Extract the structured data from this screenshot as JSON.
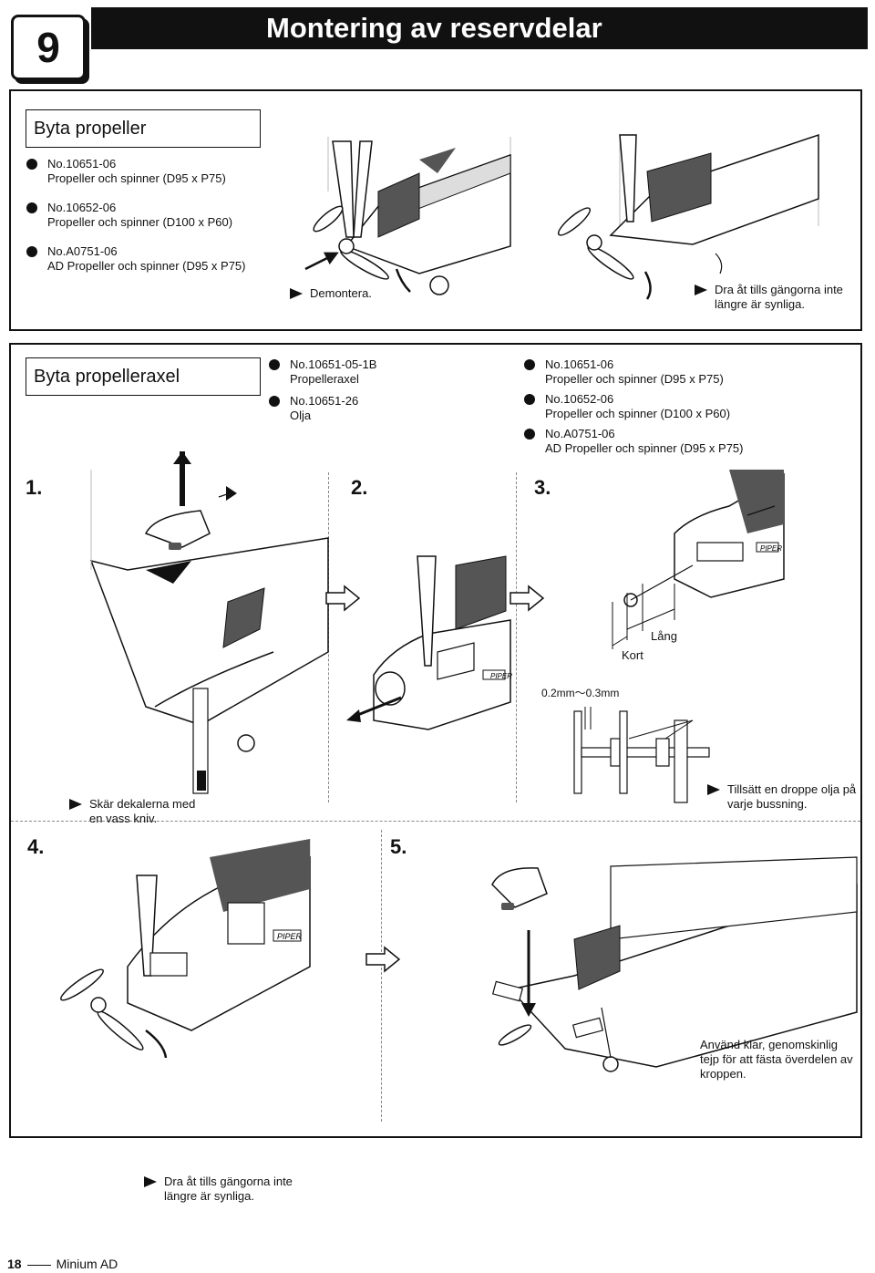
{
  "header": {
    "chapter_number": "9",
    "title": "Montering av reservdelar"
  },
  "section1": {
    "title": "Byta propeller",
    "parts": [
      {
        "no": "No.10651-06",
        "name": "Propeller och spinner (D95 x P75)"
      },
      {
        "no": "No.10652-06",
        "name": "Propeller och spinner (D100 x P60)"
      },
      {
        "no": "No.A0751-06",
        "name": "AD Propeller och spinner (D95 x P75)"
      }
    ],
    "note_remove": "Demontera.",
    "note_tighten": "Dra åt tills gängorna inte längre är synliga."
  },
  "section2": {
    "title": "Byta propelleraxel",
    "parts_a": [
      {
        "no": "No.10651-05-1B",
        "name": "Propelleraxel"
      },
      {
        "no": "No.10651-26",
        "name": "Olja"
      }
    ],
    "parts_b": [
      {
        "no": "No.10651-06",
        "name": "Propeller och spinner (D95 x P75)"
      },
      {
        "no": "No.10652-06",
        "name": "Propeller och spinner (D100 x P60)"
      },
      {
        "no": "No.A0751-06",
        "name": "AD Propeller och spinner (D95 x P75)"
      }
    ],
    "steps": [
      "1.",
      "2.",
      "3.",
      "4.",
      "5."
    ],
    "note_cut": "Skär dekalerna med en vass kniv.",
    "label_long": "Lång",
    "label_short": "Kort",
    "gap_label": "0.2mm〜0.3mm",
    "note_oil": "Tillsätt en droppe olja på varje bussning.",
    "note_tighten": "Dra åt tills gängorna inte längre är synliga.",
    "note_tape": "Använd klar, genomskinlig tejp för att fästa överdelen av kroppen.",
    "decal_text": "PIPER"
  },
  "footer": {
    "page_number": "18",
    "product": "Minium AD"
  },
  "colors": {
    "ink": "#111111",
    "panel_border": "#111111",
    "dark_fill": "#555555",
    "illustration_gray": "#bbbbbb"
  },
  "icons": [
    "bullet-dot-icon",
    "note-triangle-icon",
    "step-arrow-icon",
    "pliers-icon",
    "rotate-arrow-icon"
  ]
}
